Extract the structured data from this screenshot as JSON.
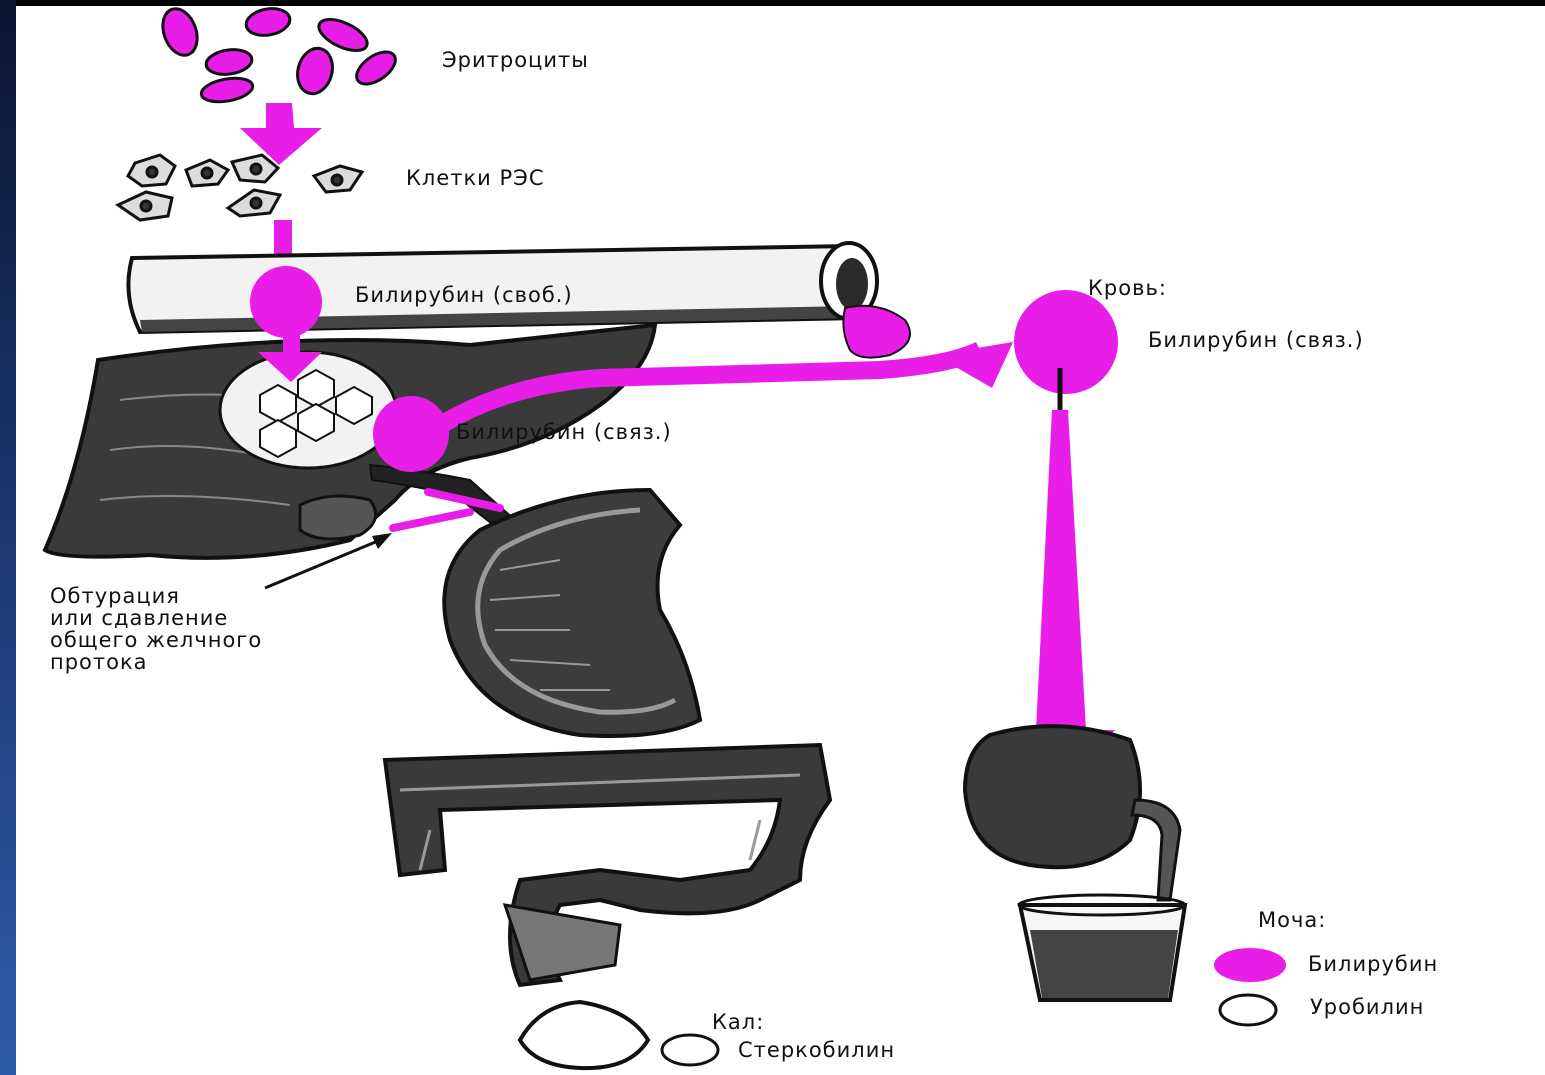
{
  "labels": {
    "erythrocytes": "Эритроциты",
    "res_cells": "Клетки РЭС",
    "bilirubin_free": "Билирубин (своб.)",
    "blood_heading": "Кровь:",
    "bilirubin_bound_blood": "Билирубин (связ.)",
    "bilirubin_bound_liver": "Билирубин (связ.)",
    "obturation": "Обтурация\nили сдавление\nобщего желчного\nпротока",
    "urine_heading": "Моча:",
    "urine_bilirubin": "Билирубин",
    "urine_urobilin": "Уробилин",
    "feces_heading": "Кал:",
    "feces_stercobilin": "Стеркобилин"
  },
  "colors": {
    "magenta": "#e81ee8",
    "outline": "#111111",
    "organ_fill": "#3a3a3a",
    "organ_light": "#9a9a9a"
  }
}
